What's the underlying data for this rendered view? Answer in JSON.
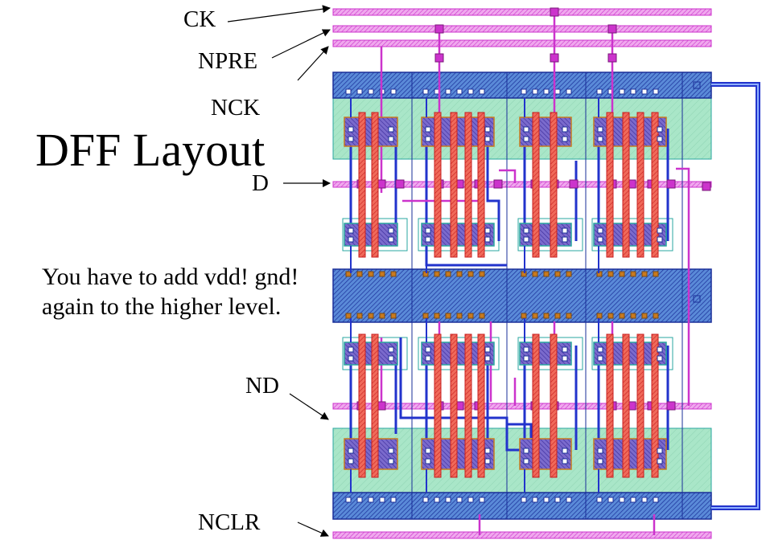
{
  "title": "DFF Layout",
  "note": "You have to add vdd! gnd! again to the higher level.",
  "signals": {
    "ck": "CK",
    "npre": "NPRE",
    "nck": "NCK",
    "d": "D",
    "nd": "ND",
    "nclr": "NCLR"
  },
  "colors": {
    "metal1": "#2233cc",
    "metal2": "#cc33cc",
    "poly": "#e23a3a",
    "nwell": "#2aa7a0",
    "active": "#2bb8b0",
    "diffusion": "#c87a20",
    "rail_fill": "#5a8ad8"
  },
  "icons": [
    "arrow-icon"
  ]
}
